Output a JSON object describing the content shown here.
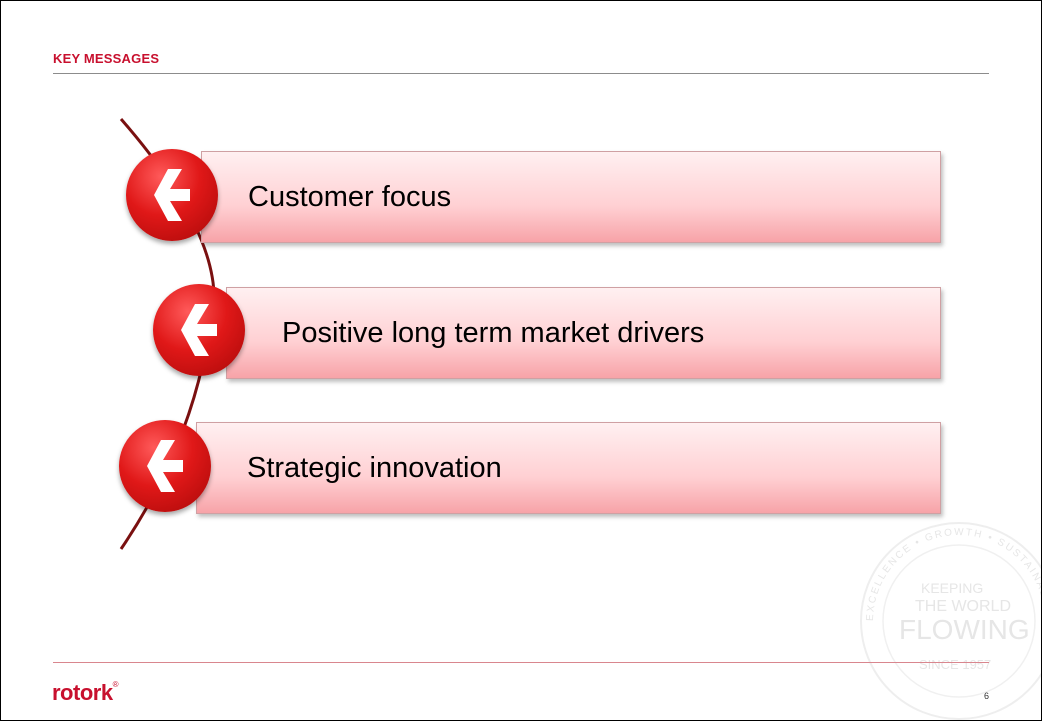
{
  "slide": {
    "title": "KEY MESSAGES",
    "page_number": "6"
  },
  "items": [
    {
      "label": "Customer focus"
    },
    {
      "label": "Positive long term market drivers"
    },
    {
      "label": "Strategic innovation"
    }
  ],
  "footer": {
    "logo_text": "rotork",
    "logo_mark": "®"
  },
  "seal": {
    "ring_text": "EXCELLENCE • GROWTH • SUSTAINABILITY",
    "line1": "KEEPING",
    "line2": "THE WORLD",
    "line3": "FLOWING",
    "line4": "SINCE 1957"
  },
  "colors": {
    "brand_red": "#c8102e",
    "badge_red": "#e01818",
    "box_fill_top": "#fff0f1",
    "box_fill_bottom": "#f7a3a8",
    "arc": "#7a1010"
  },
  "icons": {
    "badge_icon": "arrow-left-icon"
  }
}
